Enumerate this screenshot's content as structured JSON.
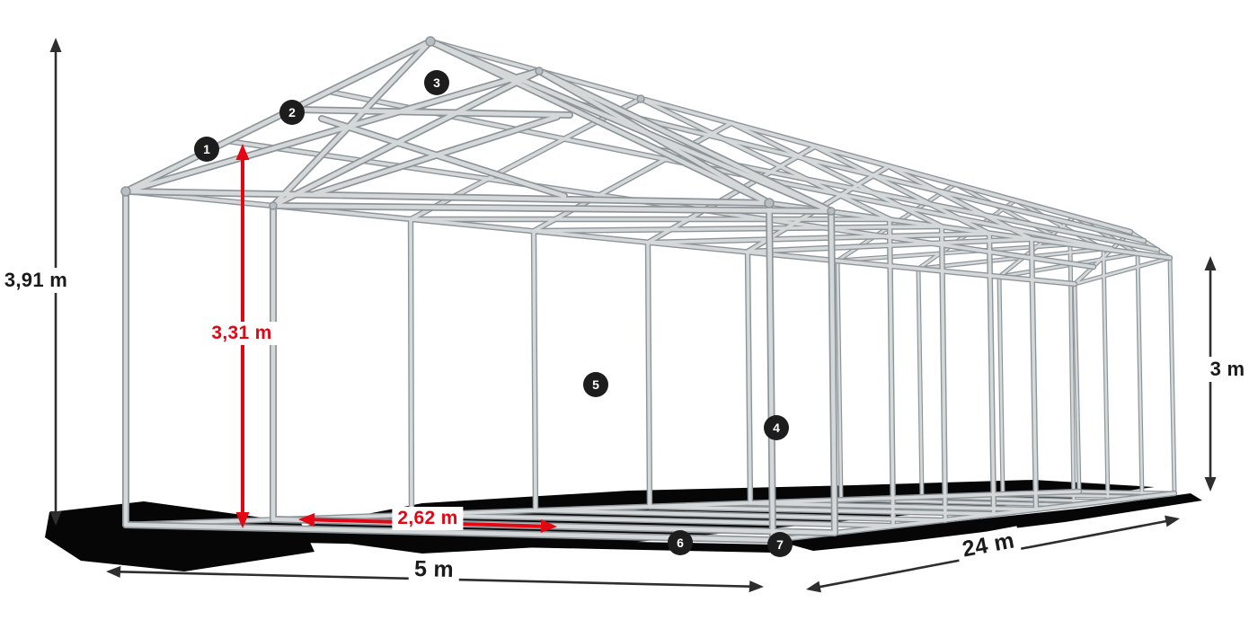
{
  "diagram": {
    "subject": "storage-tent-steel-frame-construction"
  },
  "dimensions": {
    "total_height": "3,91 m",
    "inner_height": "3,31 m",
    "inner_width": "2,62 m",
    "width": "5 m",
    "length": "24 m",
    "side_height": "3 m"
  },
  "markers": [
    "1",
    "2",
    "3",
    "4",
    "5",
    "6",
    "7"
  ],
  "colors": {
    "accent_red": "#e30613",
    "dimension_ink": "#2e2e2e",
    "frame_tube_light": "#d4d8d9",
    "frame_tube_dark": "#8e959a",
    "shadow": "#060606",
    "background": "#ffffff"
  }
}
